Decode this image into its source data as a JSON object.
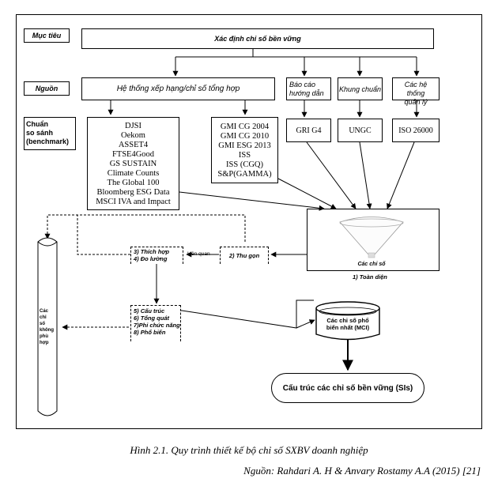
{
  "rows": {
    "goal": "Mục tiêu",
    "source": "Nguồn",
    "benchmark": [
      "Chuẩn",
      "so sánh",
      "(benchmark)"
    ]
  },
  "top_box": "Xác định chỉ số bền vững",
  "source_main": "Hệ thống xếp hạng/chỉ số tổng hợp",
  "source_side": {
    "report": [
      "Báo cáo",
      "hướng dẫn"
    ],
    "framework": "Khung chuẩn",
    "mgmt": [
      "Các hệ thống",
      "quản lý"
    ]
  },
  "bench_left": [
    "DJSI",
    "Oekom",
    "ASSET4",
    "FTSE4Good",
    "GS SUSTAIN",
    "Climate Counts",
    "The Global 100",
    "Bloomberg ESG Data",
    "MSCI IVA and Impact"
  ],
  "bench_mid": [
    "GMI CG 2004",
    "GMI CG 2010",
    "GMI ESG 2013",
    "ISS",
    "ISS (CGQ)",
    "S&P(GAMMA)"
  ],
  "bench_side": [
    "GRI G4",
    "UNGC",
    "ISO 26000"
  ],
  "funnel": {
    "label": "Các chỉ số",
    "caption": "1) Toàn diện"
  },
  "doc_left": [
    "3) Thích hợp",
    "4) Đo lường"
  ],
  "doc_right": "2) Thu gọn",
  "related": "Liên quan",
  "doc_bottom": [
    "5) Cấu trúc",
    "6) Tổng quát",
    "7)Phi chức năng",
    "8) Phổ biến"
  ],
  "cylinder": [
    "Các",
    "chỉ",
    "số",
    "không",
    "phù",
    "hợp"
  ],
  "database": [
    "Các chỉ số phổ",
    "biến nhất (MCI)"
  ],
  "final": "Cấu trúc các chỉ số bền vững (SIs)",
  "caption": "Hình 2.1. Quy trình thiết kế bộ chỉ số SXBV doanh nghiệp",
  "source_note": "Nguồn: Rahdari A. H & Anvary Rostamy A.A (2015) [21]"
}
